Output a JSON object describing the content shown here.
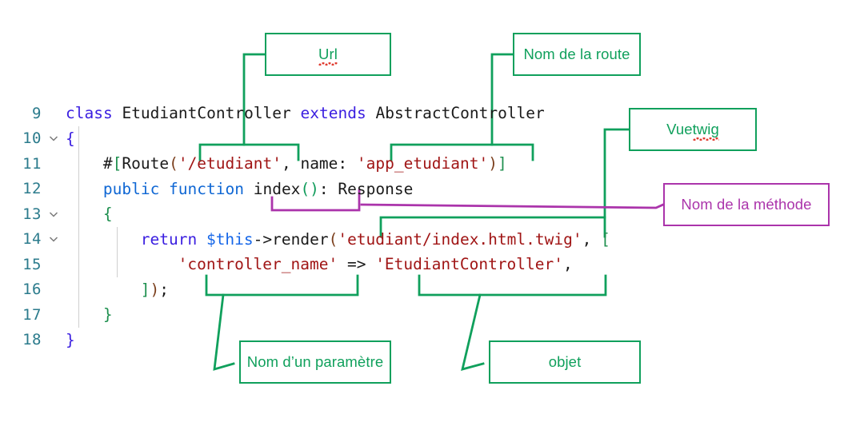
{
  "editor": {
    "language": "php",
    "gutter_color": "#2b7b8c",
    "fold_icon": "chevron-down-icon",
    "lines": [
      {
        "no": "9",
        "fold": false,
        "indent": 0,
        "tokens": [
          {
            "t": "class ",
            "c": "kw"
          },
          {
            "t": "EtudiantController",
            "c": "plain"
          },
          {
            "t": " ",
            "c": "plain"
          },
          {
            "t": "extends",
            "c": "kw"
          },
          {
            "t": " AbstractController",
            "c": "plain"
          }
        ]
      },
      {
        "no": "10",
        "fold": true,
        "indent": 0,
        "tokens": [
          {
            "t": "{",
            "c": "brace"
          }
        ]
      },
      {
        "no": "11",
        "fold": false,
        "indent": 1,
        "tokens": [
          {
            "t": "#",
            "c": "plain"
          },
          {
            "t": "[",
            "c": "brk"
          },
          {
            "t": "Route",
            "c": "plain"
          },
          {
            "t": "(",
            "c": "punc"
          },
          {
            "t": "'/etudiant'",
            "c": "str"
          },
          {
            "t": ", name: ",
            "c": "plain"
          },
          {
            "t": "'app_etudiant'",
            "c": "str"
          },
          {
            "t": ")",
            "c": "punc"
          },
          {
            "t": "]",
            "c": "brk"
          }
        ]
      },
      {
        "no": "12",
        "fold": false,
        "indent": 1,
        "tokens": [
          {
            "t": "public function",
            "c": "kw2"
          },
          {
            "t": " index",
            "c": "plain"
          },
          {
            "t": "()",
            "c": "par"
          },
          {
            "t": ": Response",
            "c": "plain"
          }
        ]
      },
      {
        "no": "13",
        "fold": true,
        "indent": 1,
        "tokens": [
          {
            "t": "{",
            "c": "brk"
          }
        ]
      },
      {
        "no": "14",
        "fold": true,
        "indent": 2,
        "tokens": [
          {
            "t": "return",
            "c": "kw"
          },
          {
            "t": " ",
            "c": "plain"
          },
          {
            "t": "$this",
            "c": "var"
          },
          {
            "t": "->render",
            "c": "plain"
          },
          {
            "t": "(",
            "c": "punc"
          },
          {
            "t": "'etudiant/index.html.twig'",
            "c": "str"
          },
          {
            "t": ", ",
            "c": "plain"
          },
          {
            "t": "[",
            "c": "brk"
          }
        ]
      },
      {
        "no": "15",
        "fold": false,
        "indent": 3,
        "tokens": [
          {
            "t": "'controller_name'",
            "c": "str"
          },
          {
            "t": " => ",
            "c": "plain"
          },
          {
            "t": "'EtudiantController'",
            "c": "str"
          },
          {
            "t": ",",
            "c": "plain"
          }
        ]
      },
      {
        "no": "16",
        "fold": false,
        "indent": 2,
        "tokens": [
          {
            "t": "]",
            "c": "brk"
          },
          {
            "t": ")",
            "c": "punc"
          },
          {
            "t": ";",
            "c": "plain"
          }
        ]
      },
      {
        "no": "17",
        "fold": false,
        "indent": 1,
        "tokens": [
          {
            "t": "}",
            "c": "brk"
          }
        ]
      },
      {
        "no": "18",
        "fold": false,
        "indent": 0,
        "tokens": [
          {
            "t": "}",
            "c": "brace"
          }
        ]
      }
    ]
  },
  "annotations": {
    "url": {
      "label": "Url",
      "misspelled": "Url",
      "color": "#10a05c"
    },
    "route_name": {
      "label": "Nom de la route",
      "misspelled": "",
      "color": "#10a05c"
    },
    "vue_twig": {
      "label": "Vue ",
      "misspelled": "twig",
      "color": "#10a05c"
    },
    "method": {
      "label": "Nom de la méthode",
      "misspelled": "",
      "color": "#ab34ab"
    },
    "param": {
      "label": "Nom d’un paramètre",
      "misspelled": "",
      "color": "#10a05c"
    },
    "objet": {
      "label": "objet",
      "misspelled": "",
      "color": "#10a05c"
    }
  },
  "colors": {
    "green": "#10a05c",
    "purple": "#ab34ab",
    "spellcheck_red": "#e03b2f",
    "gutter": "#2b7b8c"
  }
}
